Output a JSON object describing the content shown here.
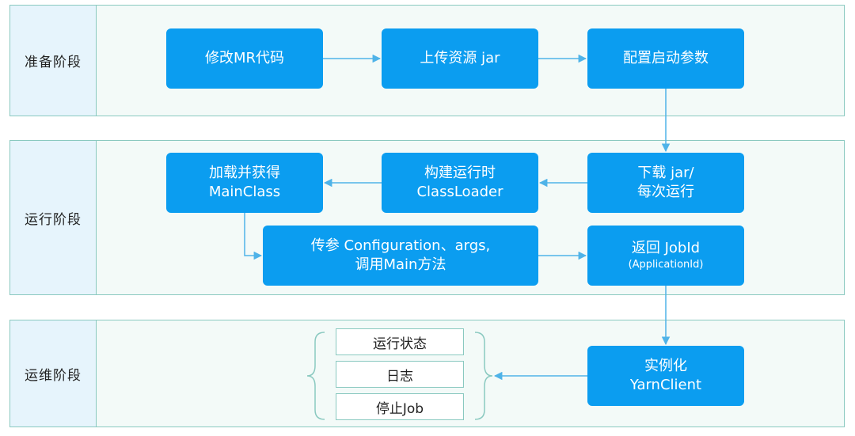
{
  "stages": {
    "prepare": "准备阶段",
    "run": "运行阶段",
    "ops": "运维阶段"
  },
  "nodes": {
    "modify_mr": "修改MR代码",
    "upload_jar": "上传资源 jar",
    "config_params": "配置启动参数",
    "download_jar_line1": "下载 jar/",
    "download_jar_line2": "每次运行",
    "build_loader_line1": "构建运行时",
    "build_loader_line2": "ClassLoader",
    "load_main_line1": "加载并获得",
    "load_main_line2": "MainClass",
    "pass_params_line1": "传参 Configuration、args,",
    "pass_params_line2": "调用Main方法",
    "return_jobid_line1": "返回 JobId",
    "return_jobid_line2": "(ApplicationId)",
    "yarn_client_line1": "实例化",
    "yarn_client_line2": "YarnClient"
  },
  "ops_items": [
    "运行状态",
    "日志",
    "停止Job"
  ],
  "colors": {
    "box": "#0b9df0",
    "border": "#8ac9c0",
    "label_bg": "#e6f4fc",
    "arrow": "#4fb3e8"
  }
}
